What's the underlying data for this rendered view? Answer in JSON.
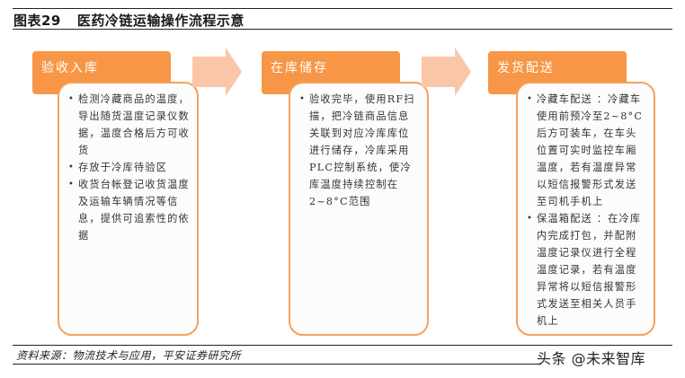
{
  "figure": {
    "label": "图表29",
    "title": "医药冷链运输操作流程示意"
  },
  "colors": {
    "header_fill": "#F79646",
    "card_border": "#F7A05A",
    "arrow_fill": "#FAC6A8"
  },
  "steps": [
    {
      "header": "验收入库",
      "bullets": [
        "检测冷藏商品的温度，导出随货温度记录仪数据，温度合格后方可收货",
        "存放于冷库待验区",
        "收货台帐登记收货温度及运输车辆情况等信息，提供可追索性的依据"
      ]
    },
    {
      "header": "在库储存",
      "bullets": [
        "验收完毕，使用RF扫描，把冷链商品信息关联到对应冷库库位进行储存，冷库采用PLC控制系统，使冷库温度持续控制在2~8°C范围"
      ]
    },
    {
      "header": "发货配送",
      "bullets": [
        "冷藏车配送 ：冷藏车使用前预冷至2~8°C后方可装车，在车头位置可实时监控车厢温度，若有温度异常以短信报警形式发送至司机手机上",
        "保温箱配送 ：在冷库内完成打包，并配附温度记录仪进行全程温度记录，若有温度异常将以短信报警形式发送至相关人员手机上"
      ]
    }
  ],
  "arrows": [
    {
      "icon": "right-arrow-icon"
    },
    {
      "icon": "right-arrow-icon"
    }
  ],
  "footer": {
    "source": "资料来源：物流技术与应用，平安证券研究所",
    "watermark": "头条 @未来智库"
  }
}
